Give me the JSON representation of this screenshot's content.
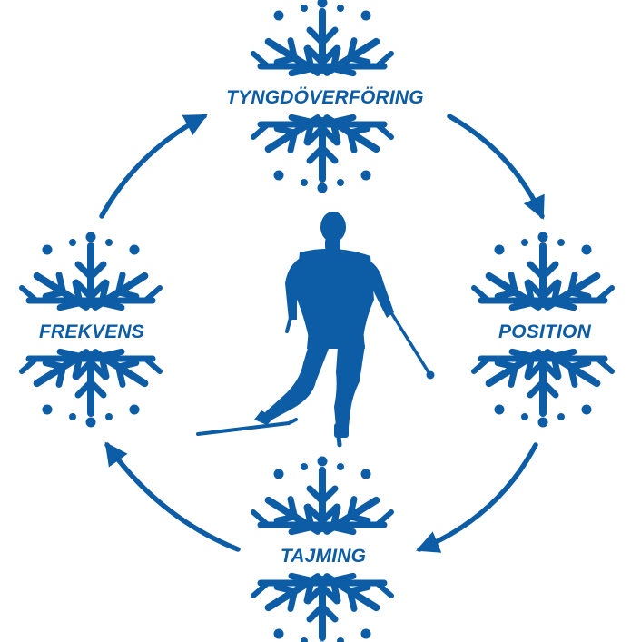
{
  "colors": {
    "primary": "#0d5ca6",
    "background": "#ffffff"
  },
  "figure": {
    "center_icon": "cross-country-skier-silhouette",
    "node_icon": "snowflake-icon"
  },
  "nodes": {
    "top": {
      "label": "TYNGDÖVERFÖRING"
    },
    "right": {
      "label": "POSITION"
    },
    "bottom": {
      "label": "TAJMING"
    },
    "left": {
      "label": "FREKVENS"
    }
  }
}
